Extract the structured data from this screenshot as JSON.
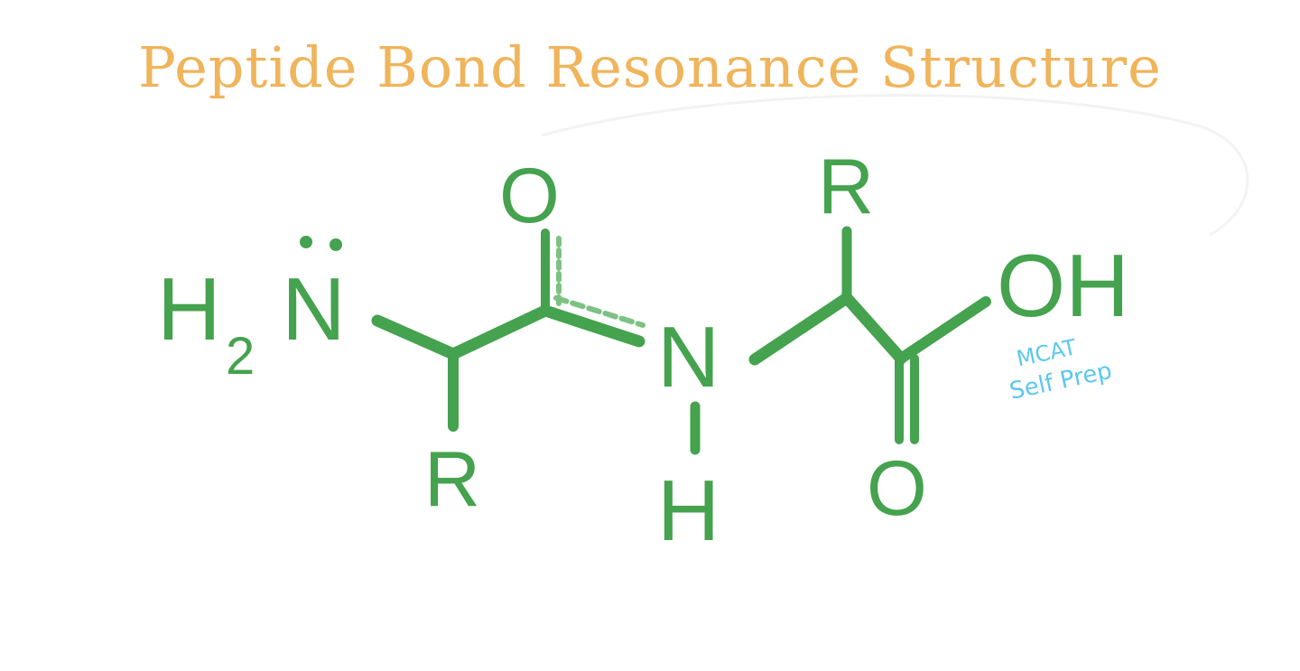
{
  "title": "Peptide Bond Resonance Structure",
  "colors": {
    "title": "#f0b45a",
    "structure": "#45a24e",
    "structure_light": "#7cc282",
    "watermark": "#5bc8ec"
  },
  "atoms": {
    "amine_h": "H",
    "amine_sub": "2",
    "amine_n": "N",
    "carbonyl_o": "O",
    "r1": "R",
    "amide_n": "N",
    "amide_h": "H",
    "r2": "R",
    "hydroxyl": "OH",
    "carboxyl_o": "O"
  },
  "watermark": {
    "line1": "MCAT",
    "line2": "Self Prep"
  }
}
